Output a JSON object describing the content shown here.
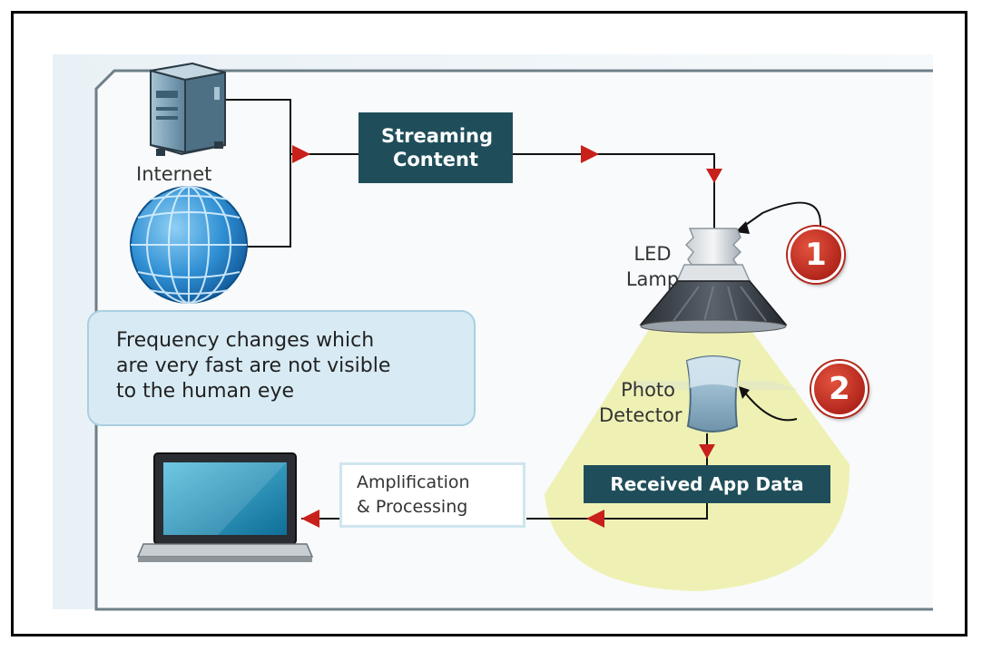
{
  "labels": {
    "internet": "Internet",
    "streaming": "Streaming Content",
    "led_line1": "LED",
    "led_line2": "Lamp",
    "photo_line1": "Photo",
    "photo_line2": "Detector",
    "received": "Received App Data",
    "amp_line1": "Amplification",
    "amp_line2": "& Processing",
    "note_line1": "Frequency changes which",
    "note_line2": "are very fast are not visible",
    "note_line3": "to the human eye",
    "badge1": "1",
    "badge2": "2"
  },
  "colors": {
    "dark_box": "#1f4e5a",
    "arrow_red": "#c8201a",
    "light_cone": "#eef0b0",
    "note_bg": "#d8ebf4",
    "badge_red": "#b3261c"
  }
}
